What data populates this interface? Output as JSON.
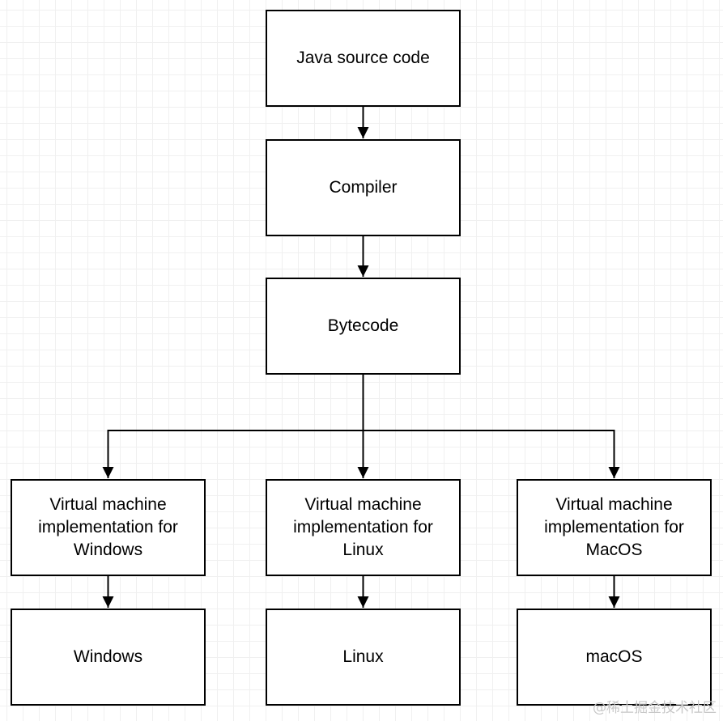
{
  "diagram": {
    "nodes": {
      "java_source": "Java source code",
      "compiler": "Compiler",
      "bytecode": "Bytecode",
      "vm_windows": [
        "Virtual machine",
        "implementation for",
        "Windows"
      ],
      "vm_linux": [
        "Virtual machine",
        "implementation for",
        "Linux"
      ],
      "vm_macos": [
        "Virtual machine",
        "implementation for",
        "MacOS"
      ],
      "os_windows": "Windows",
      "os_linux": "Linux",
      "os_macos": "macOS"
    },
    "edges": [
      {
        "from": "java_source",
        "to": "compiler"
      },
      {
        "from": "compiler",
        "to": "bytecode"
      },
      {
        "from": "bytecode",
        "to": "vm_windows"
      },
      {
        "from": "bytecode",
        "to": "vm_linux"
      },
      {
        "from": "bytecode",
        "to": "vm_macos"
      },
      {
        "from": "vm_windows",
        "to": "os_windows"
      },
      {
        "from": "vm_linux",
        "to": "os_linux"
      },
      {
        "from": "vm_macos",
        "to": "os_macos"
      }
    ]
  },
  "watermark": "@稀土掘金技术社区",
  "colors": {
    "stroke": "#000000",
    "node_fill": "#ffffff",
    "grid_minor": "#f0f0f0",
    "grid_major": "#e2e2e2",
    "watermark": "#c8c8c8"
  }
}
